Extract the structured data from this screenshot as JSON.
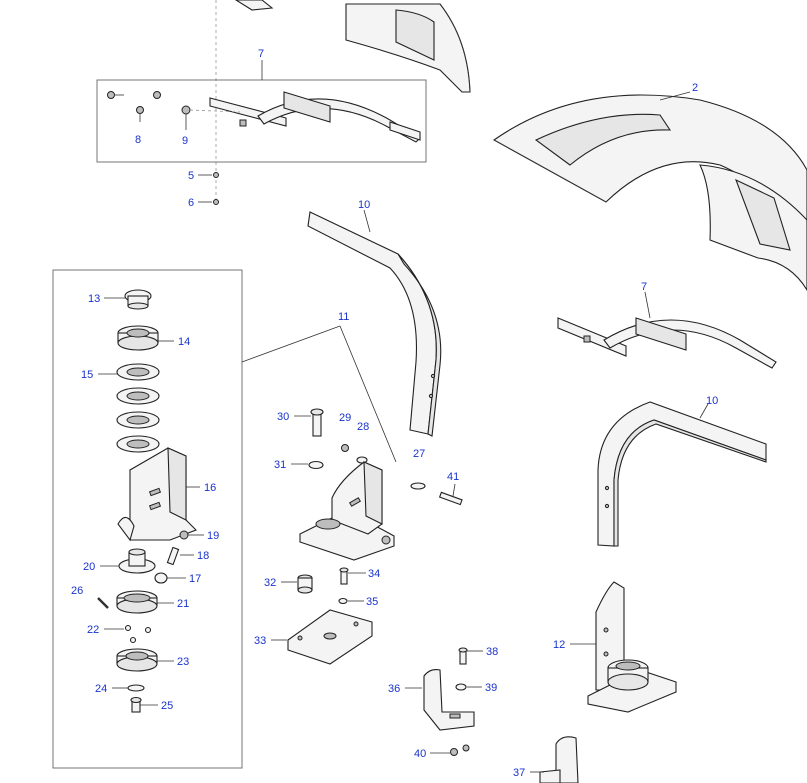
{
  "diagram": {
    "type": "exploded-parts-diagram",
    "label_color": "#1a33cc",
    "callouts": [
      {
        "id": "c7a",
        "text": "7"
      },
      {
        "id": "c8",
        "text": "8"
      },
      {
        "id": "c9",
        "text": "9"
      },
      {
        "id": "c5",
        "text": "5"
      },
      {
        "id": "c6",
        "text": "6"
      },
      {
        "id": "c2",
        "text": "2"
      },
      {
        "id": "c10a",
        "text": "10"
      },
      {
        "id": "c7b",
        "text": "7"
      },
      {
        "id": "c10b",
        "text": "10"
      },
      {
        "id": "c11",
        "text": "11"
      },
      {
        "id": "c13",
        "text": "13"
      },
      {
        "id": "c14",
        "text": "14"
      },
      {
        "id": "c15",
        "text": "15"
      },
      {
        "id": "c16",
        "text": "16"
      },
      {
        "id": "c19",
        "text": "19"
      },
      {
        "id": "c18",
        "text": "18"
      },
      {
        "id": "c20",
        "text": "20"
      },
      {
        "id": "c17",
        "text": "17"
      },
      {
        "id": "c26",
        "text": "26"
      },
      {
        "id": "c21",
        "text": "21"
      },
      {
        "id": "c22",
        "text": "22"
      },
      {
        "id": "c23",
        "text": "23"
      },
      {
        "id": "c24",
        "text": "24"
      },
      {
        "id": "c25",
        "text": "25"
      },
      {
        "id": "c30",
        "text": "30"
      },
      {
        "id": "c29",
        "text": "29"
      },
      {
        "id": "c28",
        "text": "28"
      },
      {
        "id": "c31",
        "text": "31"
      },
      {
        "id": "c27",
        "text": "27"
      },
      {
        "id": "c41",
        "text": "41"
      },
      {
        "id": "c32",
        "text": "32"
      },
      {
        "id": "c34",
        "text": "34"
      },
      {
        "id": "c35",
        "text": "35"
      },
      {
        "id": "c33",
        "text": "33"
      },
      {
        "id": "c12",
        "text": "12"
      },
      {
        "id": "c38",
        "text": "38"
      },
      {
        "id": "c36",
        "text": "36"
      },
      {
        "id": "c39",
        "text": "39"
      },
      {
        "id": "c40",
        "text": "40"
      },
      {
        "id": "c37",
        "text": "37"
      }
    ]
  }
}
